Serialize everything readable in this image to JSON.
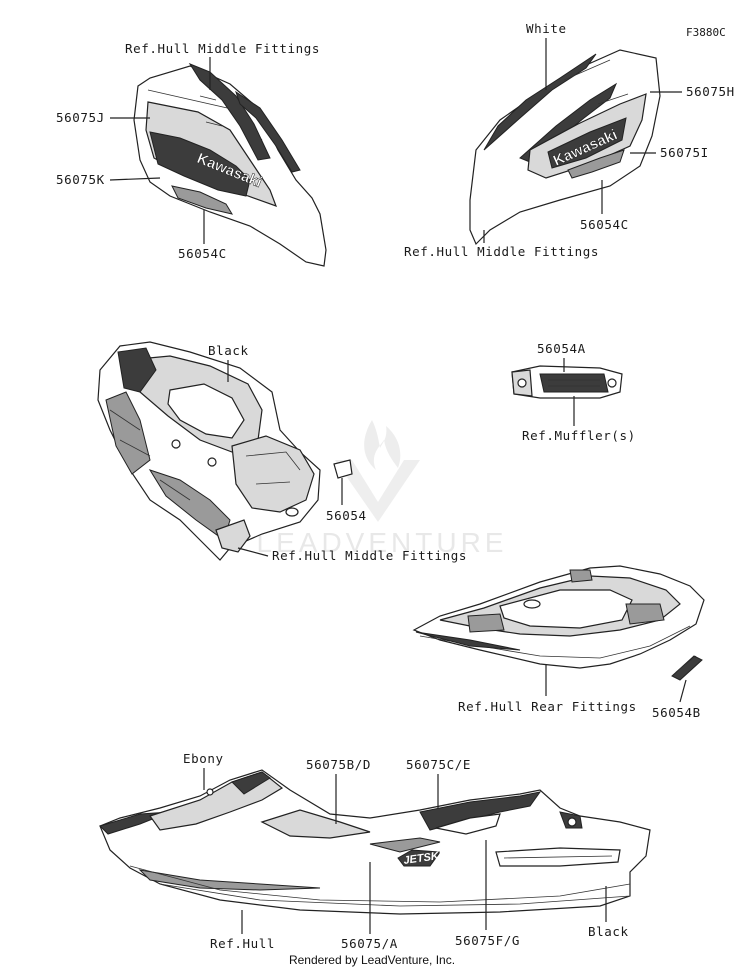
{
  "figure_code": "F3880C",
  "watermark": "LEADVENTURE",
  "footer": "Rendered by LeadVenture, Inc.",
  "callouts": {
    "hull_left": {
      "ref": "Ref.Hull Middle Fittings",
      "j": "56075J",
      "k": "56075K",
      "c": "56054C",
      "brand": "Kawasaki"
    },
    "hull_right": {
      "white": "White",
      "h": "56075H",
      "i": "56075I",
      "c": "56054C",
      "ref": "Ref.Hull Middle Fittings",
      "brand": "Kawasaki"
    },
    "deck": {
      "black": "Black",
      "part": "56054",
      "ref": "Ref.Hull Middle Fittings"
    },
    "muffler": {
      "part": "56054A",
      "ref": "Ref.Muffler(s)"
    },
    "rear": {
      "ref": "Ref.Hull Rear Fittings",
      "part": "56054B"
    },
    "craft": {
      "ebony": "Ebony",
      "bd": "56075B/D",
      "ce": "56075C/E",
      "ref": "Ref.Hull",
      "a": "56075/A",
      "fg": "56075F/G",
      "black": "Black",
      "logo": "JETSKI"
    }
  }
}
